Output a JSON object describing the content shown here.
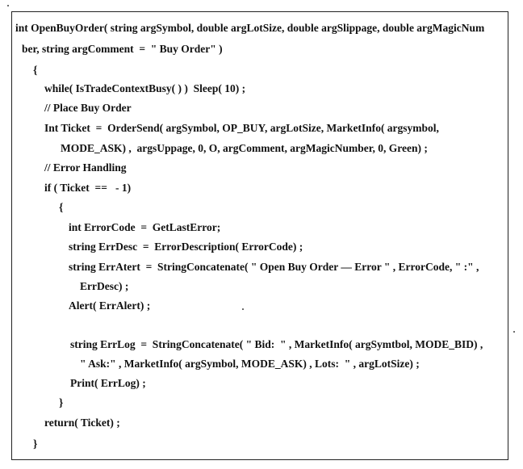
{
  "code_lines": [
    "int OpenBuyOrder( string argSymbol, double argLotSize, double argSlippage, double argMagicNum",
    "ber, string argComment  =  \" Buy Order\" )",
    "{",
    "while( IsTradeContextBusy( ) )  Sleep( 10) ;",
    "// Place Buy Order",
    "Int Ticket  =  OrderSend( argSymbol, OP_BUY, argLotSize, MarketInfo( argsymbol,",
    "MODE_ASK) ,  argsUppage, 0, O, argComment, argMagicNumber, 0, Green) ;",
    "// Error Handling",
    "if ( Ticket  ==   - 1)",
    "{",
    "int ErrorCode  =  GetLastError;",
    "string ErrDesc  =  ErrorDescription( ErrorCode) ;",
    "string ErrAtert  =  StringConcatenate( \" Open Buy Order — Error \" , ErrorCode, \" :\" ,",
    "ErrDesc) ;",
    "Alert( ErrAlert) ;",
    "string ErrLog  =  StringConcatenate( \" Bid:  \" , MarketInfo( argSymtbol, MODE_BID) ,",
    "\" Ask:\" , MarketInfo( argSymbol, MODE_ASK) , Lots:  \" , argLotSize) ;",
    "Print( ErrLog) ;",
    "}",
    "return( Ticket) ;",
    "}"
  ]
}
